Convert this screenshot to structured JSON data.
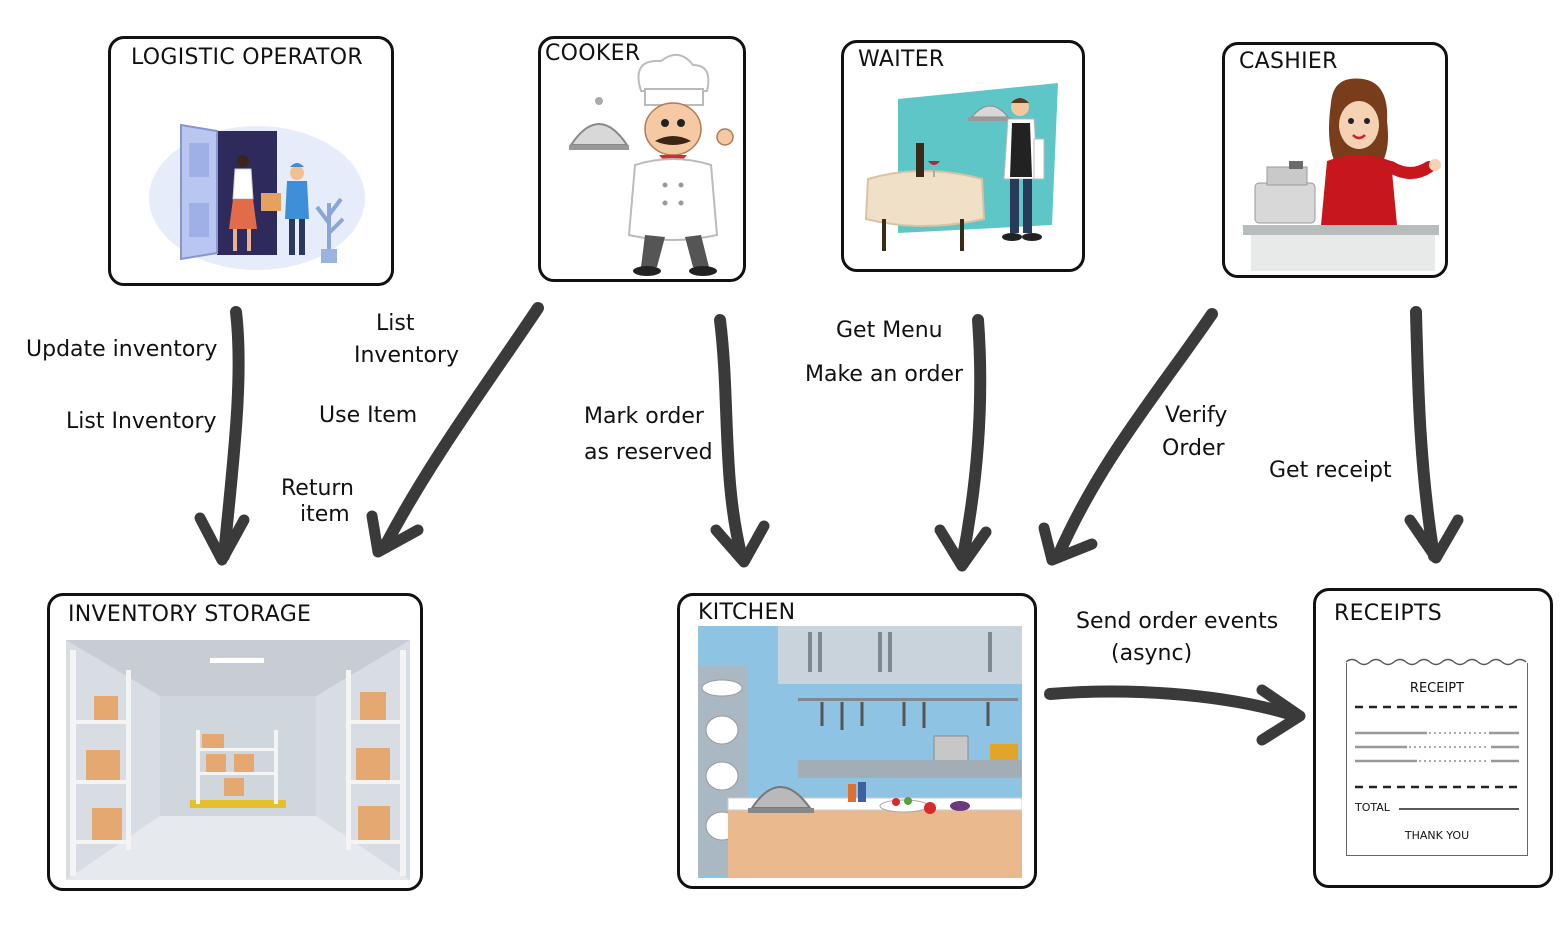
{
  "actors": {
    "logistic_operator": "LOGISTIC OPERATOR",
    "cooker": "COOKER",
    "waiter": "WAITER",
    "cashier": "CASHIER"
  },
  "stores": {
    "inventory_storage": "INVENTORY STORAGE",
    "kitchen": "KITCHEN",
    "receipts": "RECEIPTS"
  },
  "flows": {
    "logistic": [
      "Update inventory",
      "List Inventory"
    ],
    "cooker_to_inventory": [
      "List",
      "Inventory",
      "Use Item",
      "Return",
      "item"
    ],
    "cooker_to_kitchen": [
      "Mark order",
      "as reserved"
    ],
    "waiter": [
      "Get Menu",
      "Make an order"
    ],
    "cashier_verify": [
      "Verify",
      "Order"
    ],
    "cashier_receipt": "Get receipt",
    "kitchen_to_receipts": [
      "Send order events",
      "(async)"
    ]
  },
  "receipt_paper": {
    "header": "RECEIPT",
    "total": "TOTAL",
    "footer": "THANK YOU"
  }
}
